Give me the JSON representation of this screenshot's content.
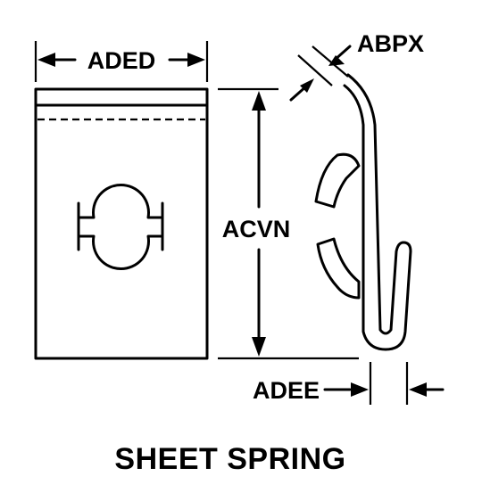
{
  "dimensions": {
    "width_label": "ADED",
    "height_label": "ACVN",
    "thickness_label": "ABPX",
    "gap_label": "ADEE"
  },
  "caption": "SHEET SPRING",
  "colors": {
    "ink": "#000000",
    "paper": "#ffffff"
  }
}
